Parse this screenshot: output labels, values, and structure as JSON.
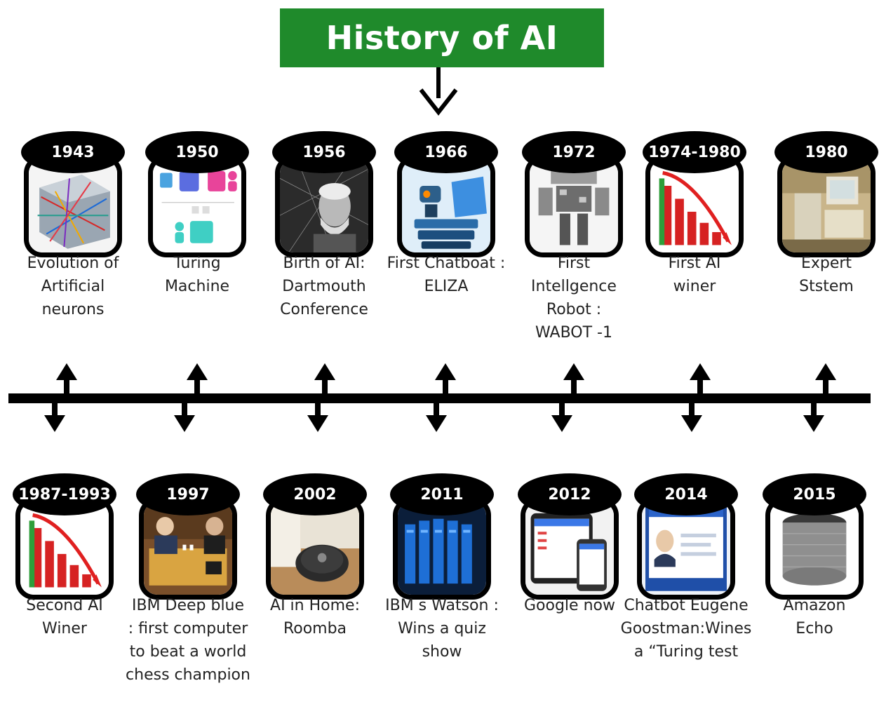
{
  "title": "History of AI",
  "top_events": [
    {
      "year": "1943",
      "caption": "Evolution of\nArtificial\nneurons",
      "image": "neuron-cube-image"
    },
    {
      "year": "1950",
      "caption": "Turing\nMachine",
      "image": "turing-diagram-image"
    },
    {
      "year": "1956",
      "caption": "Birth of AI:\nDartmouth\nConference",
      "image": "portrait-image"
    },
    {
      "year": "1966",
      "caption": "First Chatboat :\nELIZA",
      "image": "robot-laptop-image"
    },
    {
      "year": "1972",
      "caption": "First\nIntellgence\nRobot :\nWABOT -1",
      "image": "wabot-robot-image"
    },
    {
      "year": "1974-1980",
      "caption": "First AI\nwiner",
      "image": "declining-chart-image"
    },
    {
      "year": "1980",
      "caption": "Expert\nStstem",
      "image": "computer-room-image"
    }
  ],
  "bottom_events": [
    {
      "year": "1987-1993",
      "caption": "Second AI\nWiner",
      "image": "declining-chart-image"
    },
    {
      "year": "1997",
      "caption": "IBM Deep blue\n: first computer\nto beat a world\nchess champion",
      "image": "chess-match-image"
    },
    {
      "year": "2002",
      "caption": "AI in Home:\nRoomba",
      "image": "roomba-image"
    },
    {
      "year": "2011",
      "caption": "IBM s Watson :\nWins a quiz\nshow",
      "image": "server-racks-image"
    },
    {
      "year": "2012",
      "caption": "Google now",
      "image": "devices-image"
    },
    {
      "year": "2014",
      "caption": "Chatbot Eugene\nGoostman:Wines\na “Turing test",
      "image": "chatbot-screen-image"
    },
    {
      "year": "2015",
      "caption": "Amazon\nEcho",
      "image": "echo-speaker-image"
    }
  ],
  "colors": {
    "title_bg": "#1f8a2b",
    "title_text": "#ffffff",
    "pill": "#000000"
  }
}
